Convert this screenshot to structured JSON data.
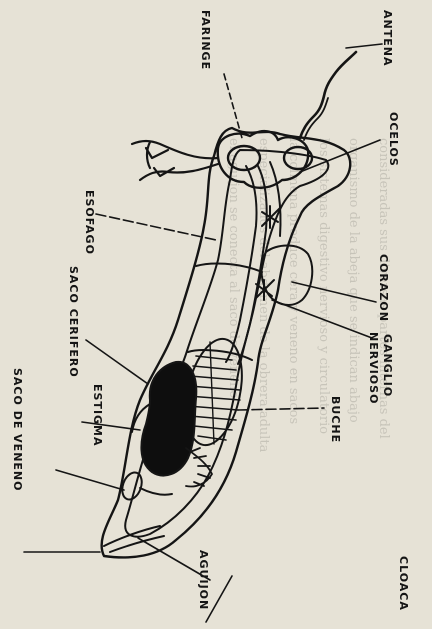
{
  "figure": {
    "labels": {
      "antena": "ANTENA",
      "faringe": "FARINGE",
      "ocelos": "OCELOS",
      "esofago": "ESOFAGO",
      "corazon": "CORAZON",
      "saco_cerifero": "SACO CERIFERO",
      "ganglio": "GANGLIO",
      "nervioso": "NERVIOSO",
      "estigma": "ESTIGMA",
      "buche": "BUCHE",
      "saco_de_veneno": "SACO DE VENENO",
      "aguijon": "AGUIJON",
      "cloaca": "CLOACA"
    }
  }
}
